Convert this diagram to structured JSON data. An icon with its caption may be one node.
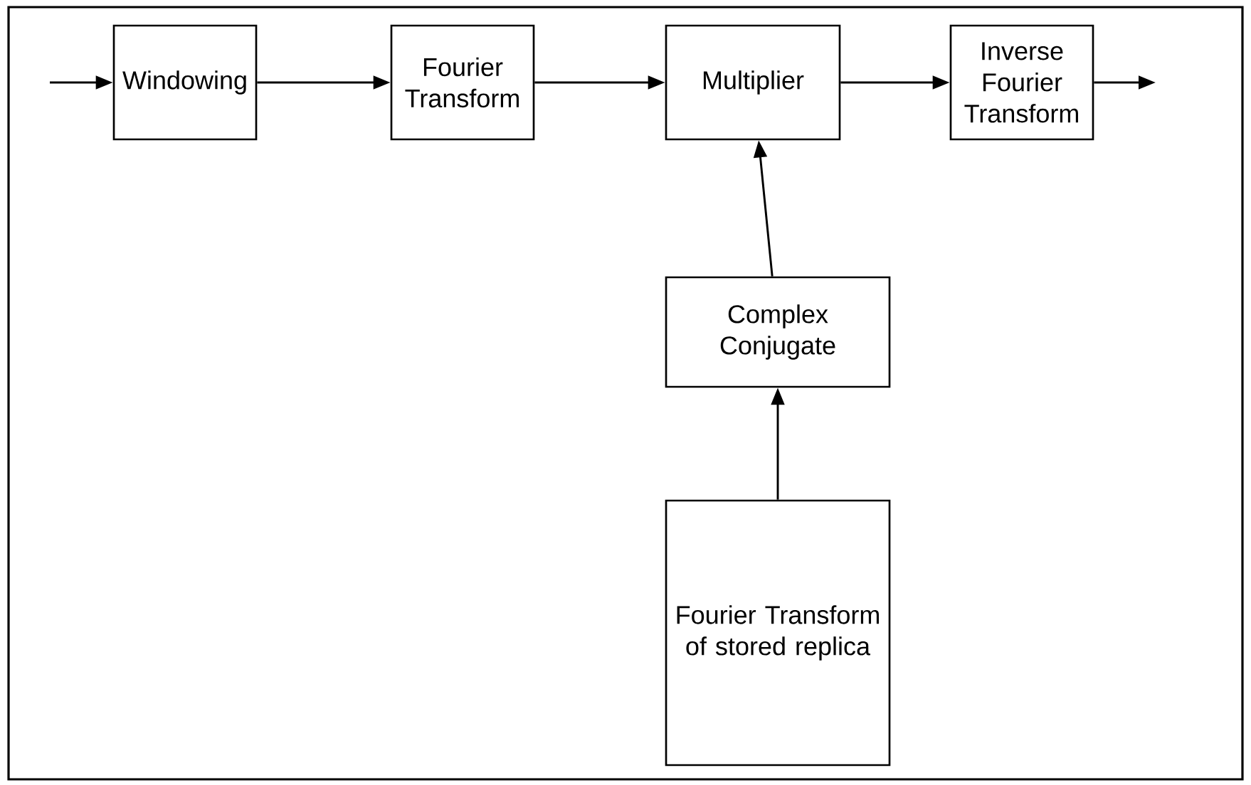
{
  "diagram": {
    "nodes": [
      {
        "text": [
          "Windowing"
        ]
      },
      {
        "text": [
          "Fourier Transform"
        ]
      },
      {
        "text": [
          "Multiplier"
        ]
      },
      {
        "text": [
          "Inverse Fourier Transform"
        ]
      },
      {
        "text": [
          "Complex Conjugate"
        ]
      },
      {
        "text": [
          "Fourier Transform of stored replica"
        ]
      }
    ],
    "edges": [
      {
        "from": null,
        "to": 0,
        "arrow": "to"
      },
      {
        "from": 0,
        "to": 1,
        "arrow": "to"
      },
      {
        "from": 1,
        "to": 2,
        "arrow": "to"
      },
      {
        "from": 2,
        "to": 3,
        "arrow": "to"
      },
      {
        "from": 3,
        "to": null,
        "arrow": "to"
      },
      {
        "from": 4,
        "to": 2,
        "arrow": "to"
      },
      {
        "from": 5,
        "to": 4,
        "arrow": "to"
      }
    ]
  }
}
